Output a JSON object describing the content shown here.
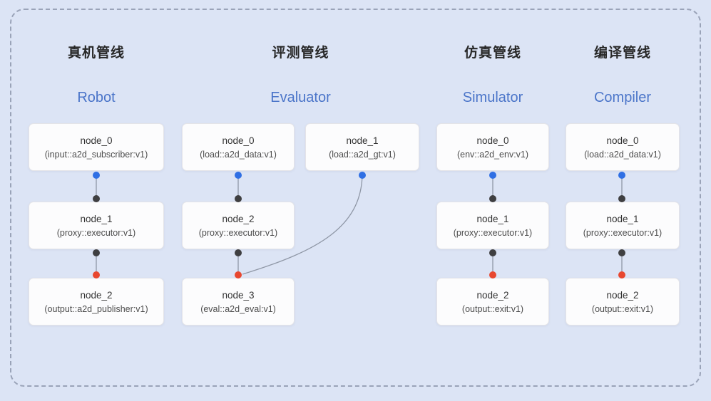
{
  "pipelines": [
    {
      "title_zh": "真机管线",
      "title_en": "Robot",
      "nodes": [
        {
          "name": "node_0",
          "type": "(input::a2d_subscriber:v1)"
        },
        {
          "name": "node_1",
          "type": "(proxy::executor:v1)"
        },
        {
          "name": "node_2",
          "type": "(output::a2d_publisher:v1)"
        }
      ]
    },
    {
      "title_zh": "评测管线",
      "title_en": "Evaluator",
      "nodes": [
        {
          "name": "node_0",
          "type": "(load::a2d_data:v1)"
        },
        {
          "name": "node_1",
          "type": "(load::a2d_gt:v1)"
        },
        {
          "name": "node_2",
          "type": "(proxy::executor:v1)"
        },
        {
          "name": "node_3",
          "type": "(eval::a2d_eval:v1)"
        }
      ]
    },
    {
      "title_zh": "仿真管线",
      "title_en": "Simulator",
      "nodes": [
        {
          "name": "node_0",
          "type": "(env::a2d_env:v1)"
        },
        {
          "name": "node_1",
          "type": "(proxy::executor:v1)"
        },
        {
          "name": "node_2",
          "type": "(output::exit:v1)"
        }
      ]
    },
    {
      "title_zh": "编译管线",
      "title_en": "Compiler",
      "nodes": [
        {
          "name": "node_0",
          "type": "(load::a2d_data:v1)"
        },
        {
          "name": "node_1",
          "type": "(proxy::executor:v1)"
        },
        {
          "name": "node_2",
          "type": "(output::exit:v1)"
        }
      ]
    }
  ],
  "colors": {
    "background": "#dce4f5",
    "dashed_border": "#9aa3b8",
    "node_bg": "#fcfcfd",
    "node_border": "#e4e4e8",
    "port_blue": "#2f6fe4",
    "port_black": "#3f3f41",
    "port_red": "#e8472f",
    "edge": "#8f97a6",
    "title_en_blue": "#4b75c9",
    "title_zh_dark": "#282828"
  }
}
